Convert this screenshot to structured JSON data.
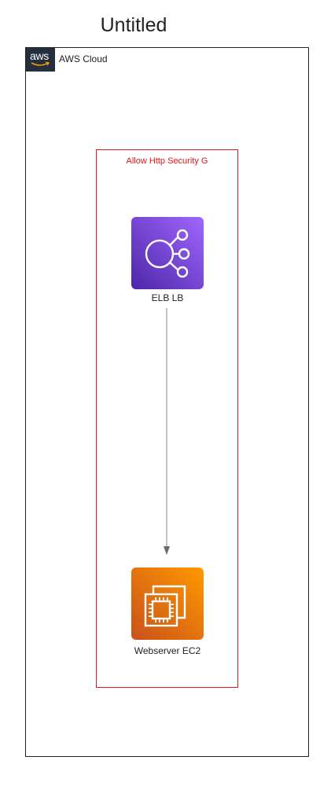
{
  "diagram": {
    "title": "Untitled",
    "cloud": {
      "label": "AWS Cloud",
      "logo_text": "aws"
    },
    "security_group": {
      "label": "Allow Http Security G",
      "border_color": "#e0161b"
    },
    "nodes": [
      {
        "id": "elb",
        "label": "ELB LB",
        "icon": "elastic-load-balancing-icon",
        "color": "#8c4fff"
      },
      {
        "id": "ec2",
        "label": "Webserver EC2",
        "icon": "ec2-instance-icon",
        "color": "#ed7100"
      }
    ],
    "edges": [
      {
        "from": "elb",
        "to": "ec2"
      }
    ]
  }
}
